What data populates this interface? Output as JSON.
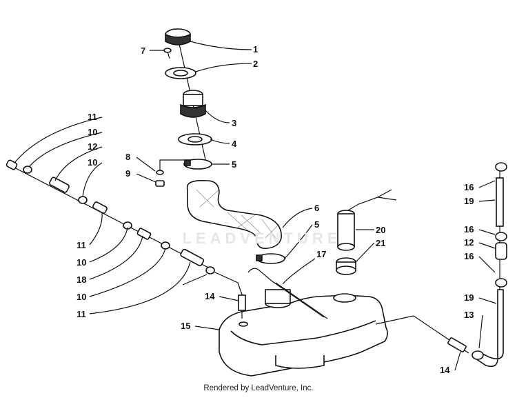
{
  "diagram": {
    "callouts": [
      "1",
      "2",
      "3",
      "4",
      "5",
      "6",
      "5",
      "7",
      "8",
      "9",
      "10",
      "10",
      "10",
      "10",
      "11",
      "11",
      "11",
      "12",
      "12",
      "13",
      "14",
      "14",
      "15",
      "16",
      "16",
      "16",
      "17",
      "18",
      "19",
      "19",
      "20",
      "21"
    ]
  },
  "watermark": "LEADVENTURE",
  "footer": "Rendered by LeadVenture, Inc."
}
